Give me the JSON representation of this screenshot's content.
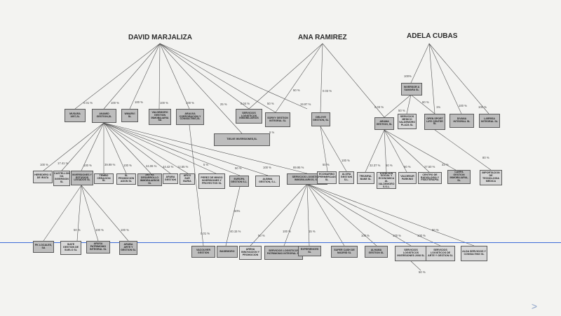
{
  "owners": {
    "david": "DAVID MARJALIZA",
    "ana": "ANA RAMIREZ",
    "adela": "ADELA CUBAS"
  },
  "companies": {
    "musara": "MUSARA 1957,SL",
    "anamid": "ANAMID GESTION,SL",
    "wmarvi": "WMARVI SL",
    "valdemoro": "VALDEMORO GESTION INMOBILIARIA SA",
    "arauxa": "ARAUXA CORPORACION Y CONSULTING,SL",
    "servlog1": "SERVICIOS LOGISTICOS INMOBILIARIOS",
    "sorvy": "SORVY GESTION INTEGRAL SL",
    "delgye": "DELGYE GESTION, SL",
    "aruma": "ARUMA GESTION, SL",
    "inversor": "INVERSOR A SAMARA SL",
    "servmed": "SERVICIOS MEDICO VALDEMORO PLAZA SL",
    "opensport": "OPEN SPORT LIFE CENTER SL",
    "divana": "DIVANA INTEGRAL SL",
    "larrisa": "LARRISA INTEGRAL SL",
    "tielve": "TIELVE INVERSIONES,SL",
    "heredero": "HEREDERO S DE IRATA",
    "castellon": "CASTELLON DA INVERSION SL",
    "inversiones": "INVERSIONES Y ESTUDIOS LEGADOS SL",
    "tembo": "TEMBO CREACION SL",
    "promotora": "SL PROMOCION ADON SL",
    "antra": "ANTRA DESARROLLO INMOBILIARIOS SL",
    "aruba_g": "ARUBA GESTION",
    "arco": "ARCO SUR BARIA",
    "perez": "PEREZ DE MINGO INVERSIONES Y PROYECTOS SL",
    "europa": "EUROPA GESTION S.L.",
    "albima": "ALBIMA GESTION, S.L.",
    "servlog2": "SERVICIOS LOGISTICOS INMOBILIARIOS, S.L.",
    "ecomarino": "ECOMARINO SUPERMERCADOS SL",
    "alora": "ALORA GESTION S.L.",
    "triunfal": "TRIUNFAL BANE SL",
    "atencion": "ATENCION SOCIAL Y ECONOMICA AL VALDEMORO S.S.L.",
    "valdesur": "VALDESUR PARKING",
    "centro": "CENTRO DE RADIOLOGIA Y FISIOTERAPIA",
    "carpa": "CARPA GESTION INMOBILIARIA, SL",
    "importacion": "IMPORTACION DE TECNOLOGIA MEDICA",
    "pk": "PK LOCALES, SA",
    "siate": "SIATE GESTION DE SUELO SL",
    "arusa": "ARUSA PATRIMONIO INTEGRAL SL",
    "aruba_a": "ARUBA ARTE Y GESTION SL",
    "vacouver": "VACOUVER GESTION",
    "basemoro": "BASEMORO",
    "arena": "ARENA INNOVACION Y PROMOCION",
    "servlog_pat": "SERVICIOS LOGISTICOS PATRIMONIO INTEGRAL SL",
    "experiences": "EXPERIENCES SL",
    "supercash": "SUPER CASH DE MADRID SL",
    "alhama": "ALHAMA GESTION SL",
    "servlog_inv": "SERVICIOS LOGISTICOS INVERSIONES 2008 SL",
    "servlog_arte": "SERVICIOS LOGISTICOS DE ARTE Y GESTION SL",
    "alda": "ALDA SERVICIOS Y CONSULTING SL"
  },
  "percentages": {
    "p_musara": "0.01 %",
    "p_anamid": "100 %",
    "p_wmarvi": "100 %",
    "p_valdemoro": "100 %",
    "p_arauxa": "100 %",
    "p_servlog1": "0.04 %",
    "p_tielve": "25 %",
    "p_sorvy": "50 %",
    "p_ana_sorvy": "50 %",
    "p_ana_delgye": "19.97 %",
    "p_ana_3": "0.03 %",
    "p_ana_aruma": "0.03 %",
    "p_inversor": "100%",
    "p_servmed": "50 %",
    "p_open": "60 %",
    "p_1": "1%",
    "p_divana": "100 %",
    "p_larrisa": "100 %",
    "p_tielve2": "6 %",
    "p_heredero": "100 %",
    "p_castellon": "17.41 %",
    "p_inversiones": "100 %",
    "p_tembo": "39.99 %",
    "p_promotora": "100 %",
    "p_antra": "24.06 %",
    "p_aruba_g": "44.42 %",
    "p_arco": "12.55 %",
    "p_perez": "5 %",
    "p_europa": "50 %",
    "p_albima": "100 %",
    "p_servlog2": "89.95 %",
    "p_ecomarino": "50 %",
    "p_alora": "100 %",
    "p_triunfal": "32.37 %",
    "p_atencion": "50 %",
    "p_valdesur": "50 %",
    "p_centro": "27.50 %",
    "p_carpa": "33 %",
    "p_import": "80 %",
    "p_siate": "50 %",
    "p_arusa": "100 %",
    "p_aruba_a": "100 %",
    "p_vacouver": "0.01 %",
    "p_basemoro": "50%",
    "p_arena": "40.15 %",
    "p_servlog_pat": "50 %",
    "p_exp": "100 %",
    "p_super": "15 %",
    "p_alhama": "100 %",
    "p_servinv": "100 %",
    "p_servarte": "100 %",
    "p_alda": "50 %",
    "p_bottom": "50 %"
  },
  "colors": {
    "node": "#bdbdbd",
    "line": "#555555",
    "accent": "#3d6cd8"
  }
}
